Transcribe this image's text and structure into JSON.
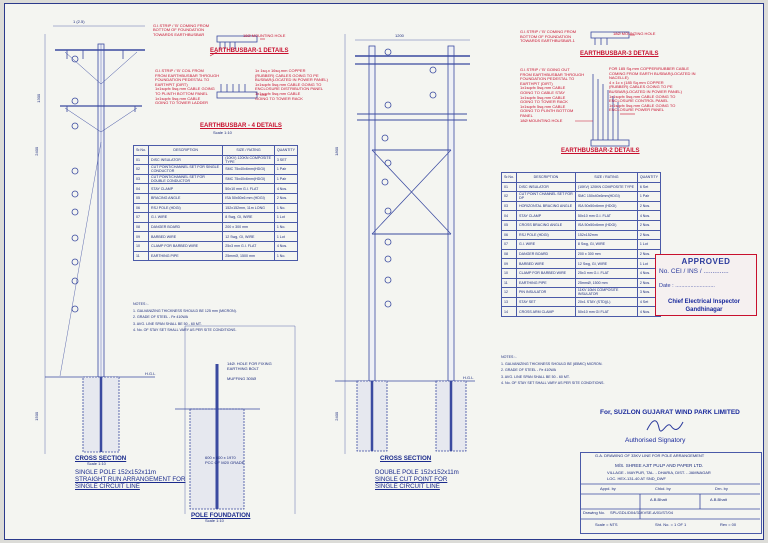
{
  "details": {
    "earthbus1": {
      "title": "EARTHBUSBAR-1 DETAILS",
      "left_notes": [
        "G.I.STRIP / 'B' COMING FROM",
        "BOTTOM OF FOUNDATION",
        "TOWARDS EARTHBUSBAR"
      ],
      "hole": "18Ø MOUNTING HOLE"
    },
    "earthbus3": {
      "title": "EARTHBUSBAR-3 DETAILS",
      "left_notes": [
        "G.I.STRIP / 'B' COMING FROM",
        "BOTTOM OF FOUNDATION",
        "TOWARDS EARTHBUSBAR-1"
      ],
      "hole": "18Ø MOUNTING HOLE"
    },
    "earthbus4": {
      "title": "EARTHBUSBAR - 4 DETAILS",
      "scale": "Scale 1:10",
      "left_notes": [
        "G.I.STRIP / 'B' COIL FROM",
        "FROM EARTHBUSBAR THROUGH",
        "FOUNDATION PEDESTAL TO",
        "EARTHPIT (DIRT)",
        "1x1sqcfx 5sq.mm CABLE GOING",
        "TO PLINTH BOTTOM PANEL",
        "1x1sqcfx 5sq.mm CABLE",
        "GOING TO TOWER LADDER"
      ],
      "right_notes": [
        "1x 1sq.x 16sq.mm COPPER",
        "(RUBBER) CABLES GOING TO PE",
        "BUSBAR(LOCATED IN POWER PANEL)",
        "1x1sqcfx 5sq.mm CABLE GOING TO",
        "ENCLOSURE DISTRIBUTION PANEL",
        "1x1sqcfx 5sq.mm CABLE",
        "GOING TO TOWER RACK"
      ]
    },
    "earthbus2": {
      "title": "EARTHBUSBAR-2 DETAILS",
      "left_notes": [
        "G.I.STRIP / 'B' GOING OUT",
        "FROM EARTHBUSBAR THROUGH",
        "FOUNDATION PEDESTAL TO",
        "EARTHPIT (DIRT)",
        "1x1sqcfx 5sq.mm CABLE",
        "GOING TO CABLE STAY",
        "1x1sqcfx 5sq.mm CABLE",
        "GOING TO TOWER RACK",
        "1x1sqcfx 5sq.mm CABLE",
        "GOING TO PLINTH BOTTOM",
        "PANEL",
        "18Ø MOUNTING HOLE"
      ],
      "right_notes": [
        "FOR 185 Sq.mm COPPER/RUBBER CABLE",
        "COMING FROM EARTH BUSBAR(LOCATED IN",
        "NACELLE)",
        "4 x 1c x (185 Sq.mm COPPER",
        "(RUBBER) CABLES GOING TO PE",
        "BUSBAR(LOCATED IN POWER PANEL)",
        "1x1sqcfx 5sq.mm CABLE GOING TO",
        "ENCLOSURE CONTROL PANEL",
        "1x1sqcfx 5sq.mm CABLE GOING TO",
        "ENCLOSURE POWER PANEL"
      ]
    }
  },
  "table1": {
    "headers": [
      "Sr.No.",
      "DESCRIPTION",
      "SIZE / RATING",
      "QUANTITY"
    ],
    "rows": [
      [
        "01",
        "DISC INSULATOR",
        "(10KV) 120KN COMPOSITE TYPE",
        "3 SET"
      ],
      [
        "02",
        "CUT POINT/CHANNEL SET FOR SINGLE CONDUCTOR",
        "SMC 75x40x6mm(HDGI)",
        "1 Pair"
      ],
      [
        "03",
        "CUT POINT/CHANNEL SET FOR DOUBLE CONDUCTOR",
        "SMC 75x40x6mm(HDGI)",
        "1 Pair"
      ],
      [
        "04",
        "STAY CLAMP",
        "50x10 mm G.I. FLAT",
        "4 Nos."
      ],
      [
        "05",
        "BRACING ANGLE",
        "ISA 50x50x6 mm (HDGI)",
        "2 Nos."
      ],
      [
        "06",
        "RSJ POLE (HDGI)",
        "152x152mm, 11m LONG",
        "1 No."
      ],
      [
        "07",
        "G.I. WIRE",
        "8 Swg, GI, WIRE",
        "1 Lot"
      ],
      [
        "08",
        "DANGER BOARD",
        "200 x 300 mm",
        "1 No."
      ],
      [
        "09",
        "BARBED WIRE",
        "12 Swg, GI, WIRE",
        "1 Lot"
      ],
      [
        "10",
        "CLAMP FOR BARBED WIRE",
        "25x3 mm G.I. FLAT",
        "4 Nos."
      ],
      [
        "11",
        "EARTHING PIPE",
        "25mmØ, 1500 mm",
        "1 No."
      ]
    ]
  },
  "table2": {
    "headers": [
      "Sr.No.",
      "DESCRIPTION",
      "SIZE / RATING",
      "QUANTITY"
    ],
    "rows": [
      [
        "01",
        "DISC INSULATOR",
        "(10KV) 120KN COMPOSITE TYPE",
        "6 Set"
      ],
      [
        "02",
        "CUT POINT CHANNEL SET FOR DP",
        "SMC 150x40x6mm(HDGI)",
        "1 Pair"
      ],
      [
        "03",
        "HORIZONTAL BRACING ANGLE",
        "ISA 50x50x6mm (HDGI)",
        "2 Nos."
      ],
      [
        "04",
        "STAY CLAMP",
        "50x10 mm G.I. FLAT",
        "4 Nos."
      ],
      [
        "05",
        "CROSS BRACING ANGLE",
        "ISA 50x50x6mm (HDGI)",
        "2 Nos."
      ],
      [
        "06",
        "RSJ POLE (HDGI)",
        "152x152mm",
        "2 Nos."
      ],
      [
        "07",
        "G.I. WIRE",
        "8 Swg, GI, WIRE",
        "1 Lot"
      ],
      [
        "08",
        "DANGER BOARD",
        "200 x 300 mm",
        "2 Nos."
      ],
      [
        "09",
        "BARBED WIRE",
        "12 Swg, GI, WIRE",
        "1 Lot"
      ],
      [
        "10",
        "CLAMP FOR BARBED WIRE",
        "25x3 mm G.I. FLAT",
        "4 Nos."
      ],
      [
        "11",
        "EARTHING PIPE",
        "25mmØ, 1500 mm",
        "2 Nos."
      ],
      [
        "12",
        "PIN INSULATOR",
        "11KV 10kN COMPOSITE INSULATOR",
        "3 Nos."
      ],
      [
        "13",
        "STAY SET",
        "20x1 STAY (STD)(L)",
        "4 Set"
      ],
      [
        "14",
        "CROSS ARM CLAMP",
        "50x10 mm GI FLAT",
        "4 Nos."
      ]
    ]
  },
  "notes1": [
    "NOTES :-",
    "1. GALVANIZING THICKNESS SHOULD BE 125 mm (MICRON).",
    "2. GRADE OF STEEL - Fe 410WA",
    "3. AVG. LINE SPAN SHALL BE 50 - 60 MT.",
    "4. No. OF STAY SET SHALL VARY AS PER SITE CONDITIONS."
  ],
  "notes2": [
    "NOTES :-",
    "1. GALVANIZING THICKNESS SHOULD BE (85MIC) MICRON.",
    "2. GRADE OF STEEL - Fe 410WA",
    "3. AVG. LINE SPAN SHALL BE 50 - 60 MT.",
    "4. No. OF STAY SET SHALL VARY AS PER SITE CONDITIONS."
  ],
  "foundation": {
    "title": "POLE FOUNDATION",
    "scale": "Scale 1:10",
    "callouts": [
      "14Ø. HOLE FOR FIXING",
      "EARTHING BOLT",
      "MUFFING 300Ø"
    ],
    "dims": [
      "600 x 600 x 1970",
      "PCC OF M20 GRADE"
    ]
  },
  "section1": {
    "cross_label": "CROSS SECTION",
    "scale": "Scale 1:10",
    "lines": [
      "SINGLE POLE 152x152x11m",
      "STRAIGHT RUN ARRANGEMENT FOR",
      "SINGLE CIRCUIT LINE"
    ]
  },
  "section2": {
    "cross_label": "CROSS SECTION",
    "lines": [
      "DOUBLE POLE 152x152x11m",
      "SINGLE CUT POINT FOR",
      "SINGLE CIRCUIT LINE"
    ]
  },
  "stamp": {
    "approved": "APPROVED",
    "line1": "No. CEI / INS / ..............",
    "line2": "Date : ..........................",
    "ceig1": "Chief Electrical Inspector",
    "ceig2": "Gandhinagar"
  },
  "signatory": {
    "company": "For, SUZLON GUJARAT WIND PARK LIMITED",
    "title": "Authorised Signatory"
  },
  "title_block": {
    "drawing_title": "G.A. DRAWING OF 33KV LINE FOR POLE ARRANGEMENT",
    "client": "M/S. SHREE AJIT PULP AND PAPER LTD.",
    "address1": "VILLAGE - MAYPUR, TAL. - DHARIA, DIST. - JAMNAGAR",
    "address2": "LOC. HEX-131-40 AT SND_DWF",
    "col_prepared": "Appd. by",
    "col_checked": "Chkd. by",
    "col_drawn": "Drn. by",
    "drawn_by": "A.B.Bhatt",
    "drawing_no_label": "Drawing No.",
    "drawing_no": "SPL/GDL/D04/33KVSE-A/01/ST/04",
    "scale": "Scale = NTS",
    "sheet": "Sht. No. = 1 OF 1",
    "rev": "Rev = 00"
  },
  "dims": {
    "d1": "1 (2.5)",
    "d2": "1300",
    "d3": "2400",
    "d4": "1500",
    "d5": "1200",
    "d6": "1800",
    "d7": "2400",
    "hgl": "H.G.L"
  }
}
